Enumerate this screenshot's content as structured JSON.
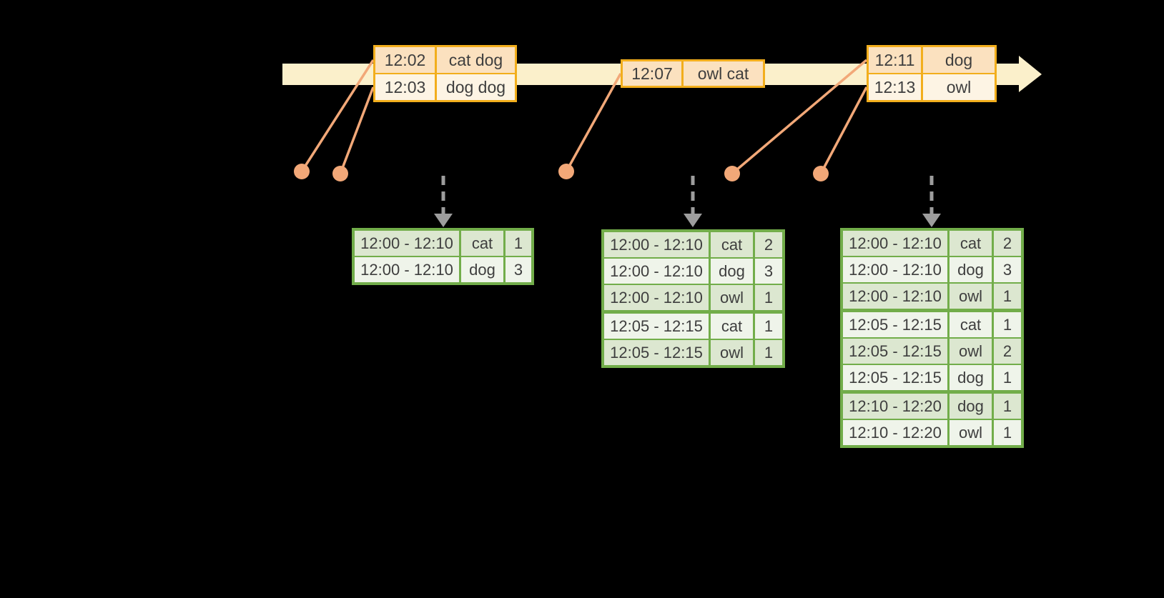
{
  "colors": {
    "background": "#000000",
    "timeline_fill": "#fbf0cb",
    "event_border": "#f2ae1c",
    "event_row_dark": "#fbe1bf",
    "event_row_light": "#fdf4e4",
    "connector": "#f2a878",
    "trigger_arrow": "#9d9d9d",
    "result_border": "#72ad4a",
    "result_row_dark": "#dce7d0",
    "result_row_light": "#eff4ea",
    "text": "#3e3e3e"
  },
  "icons": {
    "timeline": "right-arrow",
    "trigger": "dashed-down-arrow",
    "event_marker": "filled-circle"
  },
  "event_tables": [
    {
      "id": "events-1202-1203",
      "rows": [
        {
          "time": "12:02",
          "words": "cat dog"
        },
        {
          "time": "12:03",
          "words": "dog dog"
        }
      ]
    },
    {
      "id": "events-1207",
      "rows": [
        {
          "time": "12:07",
          "words": "owl cat"
        }
      ]
    },
    {
      "id": "events-1211-1213",
      "rows": [
        {
          "time": "12:11",
          "words": "dog"
        },
        {
          "time": "12:13",
          "words": "owl"
        }
      ]
    }
  ],
  "result_tables": [
    {
      "id": "result-table-1",
      "rows": [
        {
          "window": "12:00 - 12:10",
          "word": "cat",
          "count": 1
        },
        {
          "window": "12:00 - 12:10",
          "word": "dog",
          "count": 3
        }
      ]
    },
    {
      "id": "result-table-2",
      "rows": [
        {
          "window": "12:00 - 12:10",
          "word": "cat",
          "count": 2
        },
        {
          "window": "12:00 - 12:10",
          "word": "dog",
          "count": 3
        },
        {
          "window": "12:00 - 12:10",
          "word": "owl",
          "count": 1
        },
        {
          "window": "12:05 - 12:15",
          "word": "cat",
          "count": 1
        },
        {
          "window": "12:05 - 12:15",
          "word": "owl",
          "count": 1
        }
      ]
    },
    {
      "id": "result-table-3",
      "rows": [
        {
          "window": "12:00 - 12:10",
          "word": "cat",
          "count": 2
        },
        {
          "window": "12:00 - 12:10",
          "word": "dog",
          "count": 3
        },
        {
          "window": "12:00 - 12:10",
          "word": "owl",
          "count": 1
        },
        {
          "window": "12:05 - 12:15",
          "word": "cat",
          "count": 1
        },
        {
          "window": "12:05 - 12:15",
          "word": "owl",
          "count": 2
        },
        {
          "window": "12:05 - 12:15",
          "word": "dog",
          "count": 1
        },
        {
          "window": "12:10 - 12:20",
          "word": "dog",
          "count": 1
        },
        {
          "window": "12:10 - 12:20",
          "word": "owl",
          "count": 1
        }
      ]
    }
  ]
}
